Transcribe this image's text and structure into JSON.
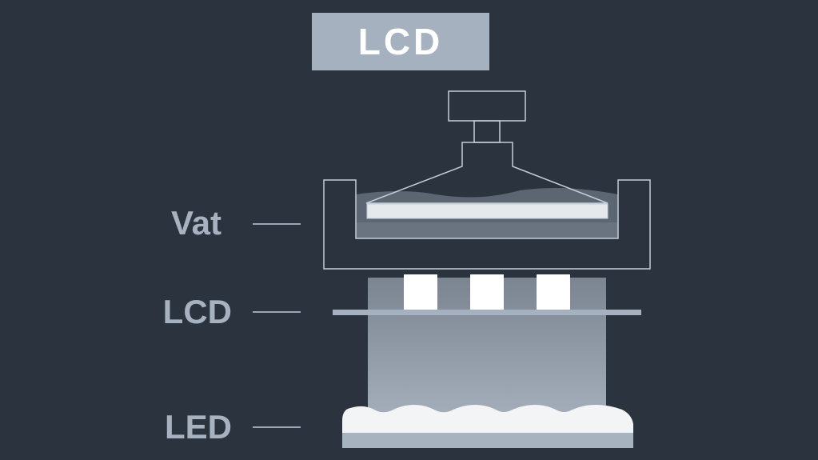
{
  "title": "LCD",
  "labels": {
    "vat": "Vat",
    "lcd": "LCD",
    "led": "LED"
  },
  "colors": {
    "background": "#2b333e",
    "label": "#a6b2c0",
    "title_box": "#a5b1bf",
    "outline": "#c4ccd6",
    "resin": "#5c6673",
    "panel": "#9aa6b3",
    "white": "#ffffff"
  }
}
